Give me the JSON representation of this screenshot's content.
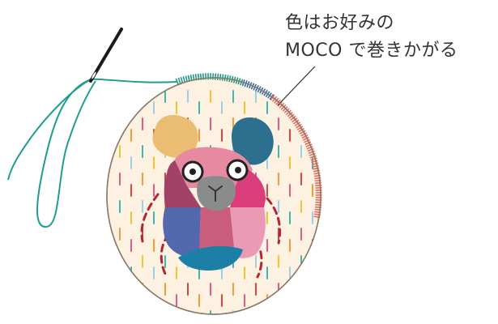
{
  "caption": {
    "line1": "色はお好みの",
    "line2": "MOCO で巻きかがる"
  },
  "colors": {
    "fabric": "#fdf1e2",
    "hoop_outline": "#8a7a6a",
    "thread": "#1f9e8e",
    "needle": "#1a1a1a",
    "wrap_green": "#1d9b86",
    "wrap_blue": "#2f6fae",
    "wrap_coral": "#e56b5e",
    "leader_line": "#333333",
    "dash_palette": [
      "#f4c430",
      "#e05a8a",
      "#3cb8b0",
      "#f39a3c",
      "#9ad0e8",
      "#d9453f"
    ],
    "bear": {
      "ear_left": "#ebbd73",
      "ear_right": "#2c6f8f",
      "head_top": "#e889a2",
      "head_left": "#a24267",
      "head_right": "#da3d7a",
      "body_left": "#5468ad",
      "body_center": "#c85d7e",
      "body_right": "#eb9ab6",
      "body_bottom": "#1c7fa6",
      "muzzle": "#8a8c8c",
      "stitches": "#b52431"
    }
  },
  "icons": [
    "needle-icon",
    "bear-motif"
  ]
}
